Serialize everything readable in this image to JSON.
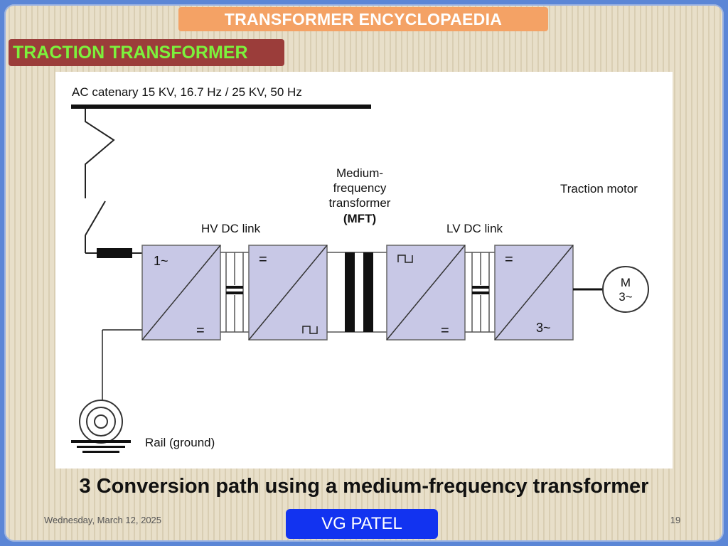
{
  "header": {
    "banner": "TRANSFORMER ENCYCLOPAEDIA",
    "section": "TRACTION TRANSFORMER"
  },
  "diagram": {
    "catenary_label": "AC catenary 15 KV, 16.7 Hz / 25 KV, 50 Hz",
    "mft_label_1": "Medium-",
    "mft_label_2": "frequency",
    "mft_label_3": "transformer",
    "mft_label_4": "(MFT)",
    "hv_dc_link": "HV DC link",
    "lv_dc_link": "LV DC link",
    "traction_motor": "Traction motor",
    "rail_ground": "Rail (ground)",
    "block1_in": "1~",
    "block1_out": "=",
    "block2_in": "=",
    "block2_out": "⊓⊔",
    "block3_in": "⊓⊔",
    "block3_out": "=",
    "block4_in": "=",
    "block4_out": "3~",
    "motor_letter": "M",
    "motor_phase": "3~"
  },
  "caption": "3 Conversion path using a medium-frequency transformer",
  "footer": {
    "date": "Wednesday, March 12, 2025",
    "author": "VG PATEL",
    "page": "19"
  }
}
